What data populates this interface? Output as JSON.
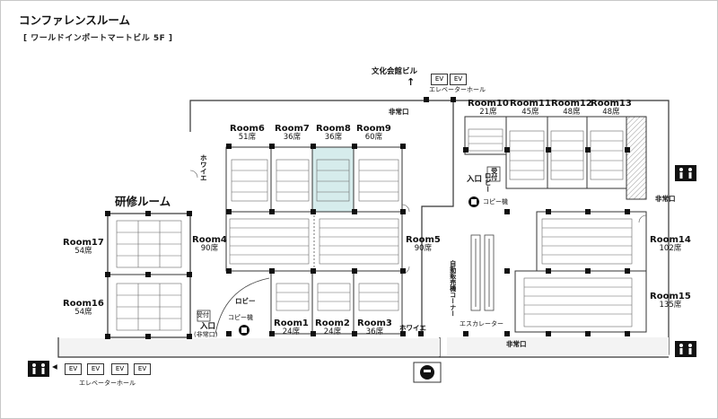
{
  "header": {
    "title": "コンファレンスルーム",
    "subtitle": "[ ワールドインポートマートビル 5F ]"
  },
  "rooms": [
    {
      "id": "room6",
      "name": "Room6",
      "seats": "51席"
    },
    {
      "id": "room7",
      "name": "Room7",
      "seats": "36席"
    },
    {
      "id": "room8",
      "name": "Room8",
      "seats": "36席"
    },
    {
      "id": "room9",
      "name": "Room9",
      "seats": "60席"
    },
    {
      "id": "room4",
      "name": "Room4",
      "seats": "90席"
    },
    {
      "id": "room5",
      "name": "Room5",
      "seats": "90席"
    },
    {
      "id": "room1",
      "name": "Room1",
      "seats": "24席"
    },
    {
      "id": "room2",
      "name": "Room2",
      "seats": "24席"
    },
    {
      "id": "room3",
      "name": "Room3",
      "seats": "36席"
    },
    {
      "id": "room17",
      "name": "Room17",
      "seats": "54席"
    },
    {
      "id": "room16",
      "name": "Room16",
      "seats": "54席"
    },
    {
      "id": "room10",
      "name": "Room10",
      "seats": "21席"
    },
    {
      "id": "room11",
      "name": "Room11",
      "seats": "45席"
    },
    {
      "id": "room12",
      "name": "Room12",
      "seats": "48席"
    },
    {
      "id": "room13",
      "name": "Room13",
      "seats": "48席"
    },
    {
      "id": "room14",
      "name": "Room14",
      "seats": "102席"
    },
    {
      "id": "room15",
      "name": "Room15",
      "seats": "135席"
    }
  ],
  "labels": {
    "training_room": "研修ルーム",
    "bunka_kaikan": "文化会館ビル",
    "elevator_hall": "エレベーターホール",
    "elevator_hall_bottom": "エレベーターホール",
    "emergency_exit": "非常口",
    "foyer": "ホワイエ",
    "lobby": "ロビー",
    "copier": "コピー機",
    "reception": "受付",
    "entrance": "入口",
    "entrance_sub": "(非常口)",
    "escalator": "エスカレーター",
    "vending_corner": "自動販売機コーナー",
    "ev": "EV",
    "arrow_up": "↑",
    "arrow_left": "◀"
  },
  "colors": {
    "highlight": "#d6ecec",
    "wall": "#222222",
    "line": "#555555"
  },
  "icons": [
    "restroom-icon",
    "copier-icon",
    "smoking-area-icon",
    "arrow-up-icon"
  ]
}
